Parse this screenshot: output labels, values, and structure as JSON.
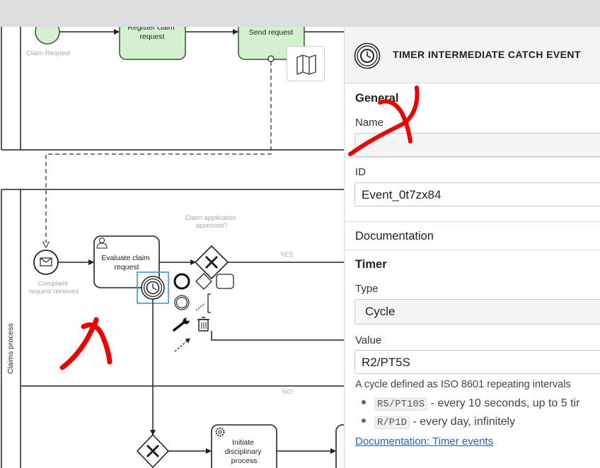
{
  "diagram": {
    "lane_label": "Claims process",
    "nodes": {
      "claim_request_label": "Claim Request",
      "register_task_label": "Register claim\nrequest",
      "send_task_label": "Send request",
      "complaint_event_label": "Complaint\nrequest received",
      "evaluate_task_label": "Evaluate claim\nrequest",
      "gateway_question": "Claim application\napproved?",
      "initiate_task_label": "Initiate\ndisciplinary\nprocess"
    },
    "flow_labels": {
      "yes": "YES",
      "no": "NO"
    },
    "icons": [
      "map-icon",
      "timer-icon",
      "envelope-icon",
      "user-icon",
      "gear-icon",
      "trash-icon",
      "wrench-icon",
      "connect-arrow-icon"
    ]
  },
  "panel": {
    "header_title": "TIMER INTERMEDIATE CATCH EVENT",
    "general_title": "General",
    "name_label": "Name",
    "name_value": "",
    "id_label": "ID",
    "id_value": "Event_0t7zx84",
    "documentation_title": "Documentation",
    "timer_title": "Timer",
    "type_label": "Type",
    "type_value": "Cycle",
    "value_label": "Value",
    "value_value": "R2/PT5S",
    "description": "A cycle defined as ISO 8601 repeating intervals",
    "examples": [
      {
        "code": "R5/PT10S",
        "text": " - every 10 seconds, up to 5 tir"
      },
      {
        "code": "R/P1D",
        "text": " - every day, infinitely"
      }
    ],
    "doc_link": "Documentation: Timer events"
  },
  "colors": {
    "task_fill": "#d5efd1",
    "task_stroke": "#2d5b2a",
    "selection": "#2b8fe0",
    "link": "#1e63d6",
    "annotation_red": "#ee0000"
  }
}
